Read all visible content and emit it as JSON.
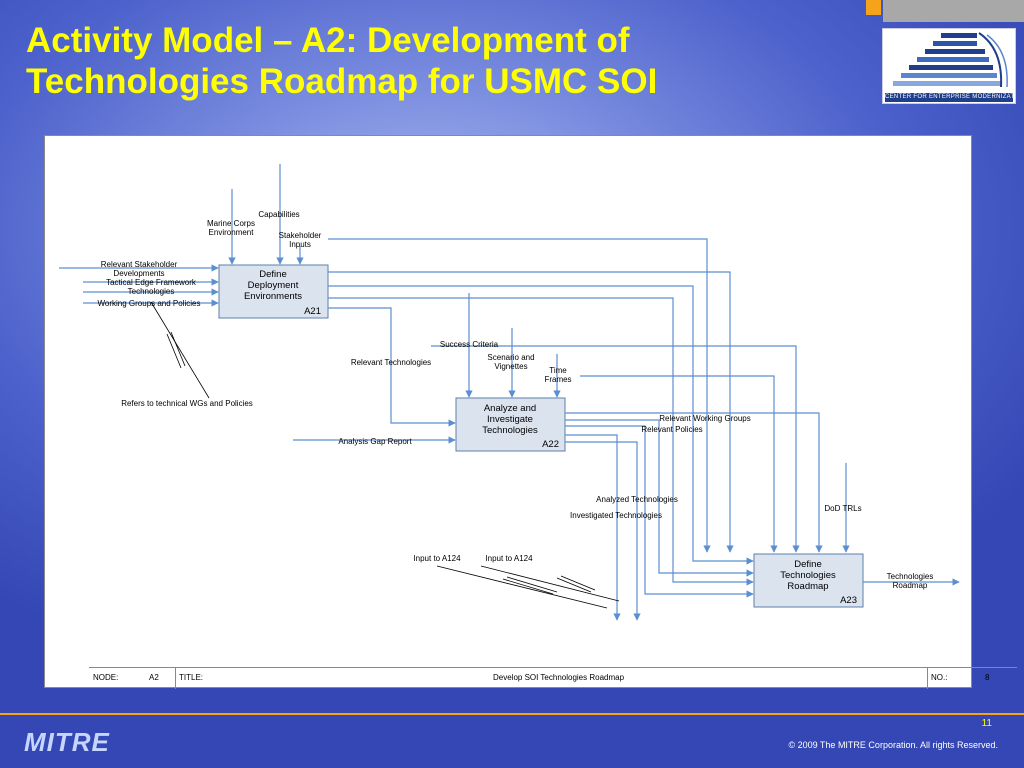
{
  "slide": {
    "title_line1": "Activity Model – A2: Development of",
    "title_line2": "Technologies Roadmap for USMC SOI",
    "page_number": "11",
    "copyright": "© 2009 The MITRE Corporation. All rights Reserved.",
    "footer_logo": "MITRE",
    "logo_caption": "CENTER FOR ENTERPRISE MODERNIZATION"
  },
  "boxes": {
    "a21": {
      "line1": "Define",
      "line2": "Deployment",
      "line3": "Environments",
      "id": "A21"
    },
    "a22": {
      "line1": "Analyze and",
      "line2": "Investigate",
      "line3": "Technologies",
      "id": "A22"
    },
    "a23": {
      "line1": "Define",
      "line2": "Technologies",
      "line3": "Roadmap",
      "id": "A23"
    }
  },
  "labels": {
    "capabilities": "Capabilities",
    "marine_corps_1": "Marine Corps",
    "marine_corps_2": "Environment",
    "stakeholder_1": "Stakeholder",
    "stakeholder_2": "Inputs",
    "rel_stake_1": "Relevant Stakeholder",
    "rel_stake_2": "Developments",
    "tactical_edge": "Tactical Edge Framework",
    "technologies": "Technologies",
    "working_groups": "Working Groups and Policies",
    "refers_to": "Refers to technical WGs and Policies",
    "success_criteria": "Success Criteria",
    "relevant_technologies": "Relevant Technologies",
    "scenario_1": "Scenario and",
    "scenario_2": "Vignettes",
    "time_1": "Time",
    "time_2": "Frames",
    "rel_wg": "Relevant Working Groups",
    "rel_pol": "Relevant Policies",
    "gap_report": "Analysis Gap Report",
    "analyzed_tech": "Analyzed Technologies",
    "investigated_tech": "Investigated Technologies",
    "dod_trls": "DoD TRLs",
    "input_a124_1": "Input to A124",
    "input_a124_2": "Input to A124",
    "out_1": "Technologies",
    "out_2": "Roadmap"
  },
  "footer": {
    "node_label": "NODE:",
    "node_value": "A2",
    "title_label": "TITLE:",
    "title_value": "Develop SOI Technologies Roadmap",
    "no_label": "NO.:",
    "no_value": "8"
  }
}
